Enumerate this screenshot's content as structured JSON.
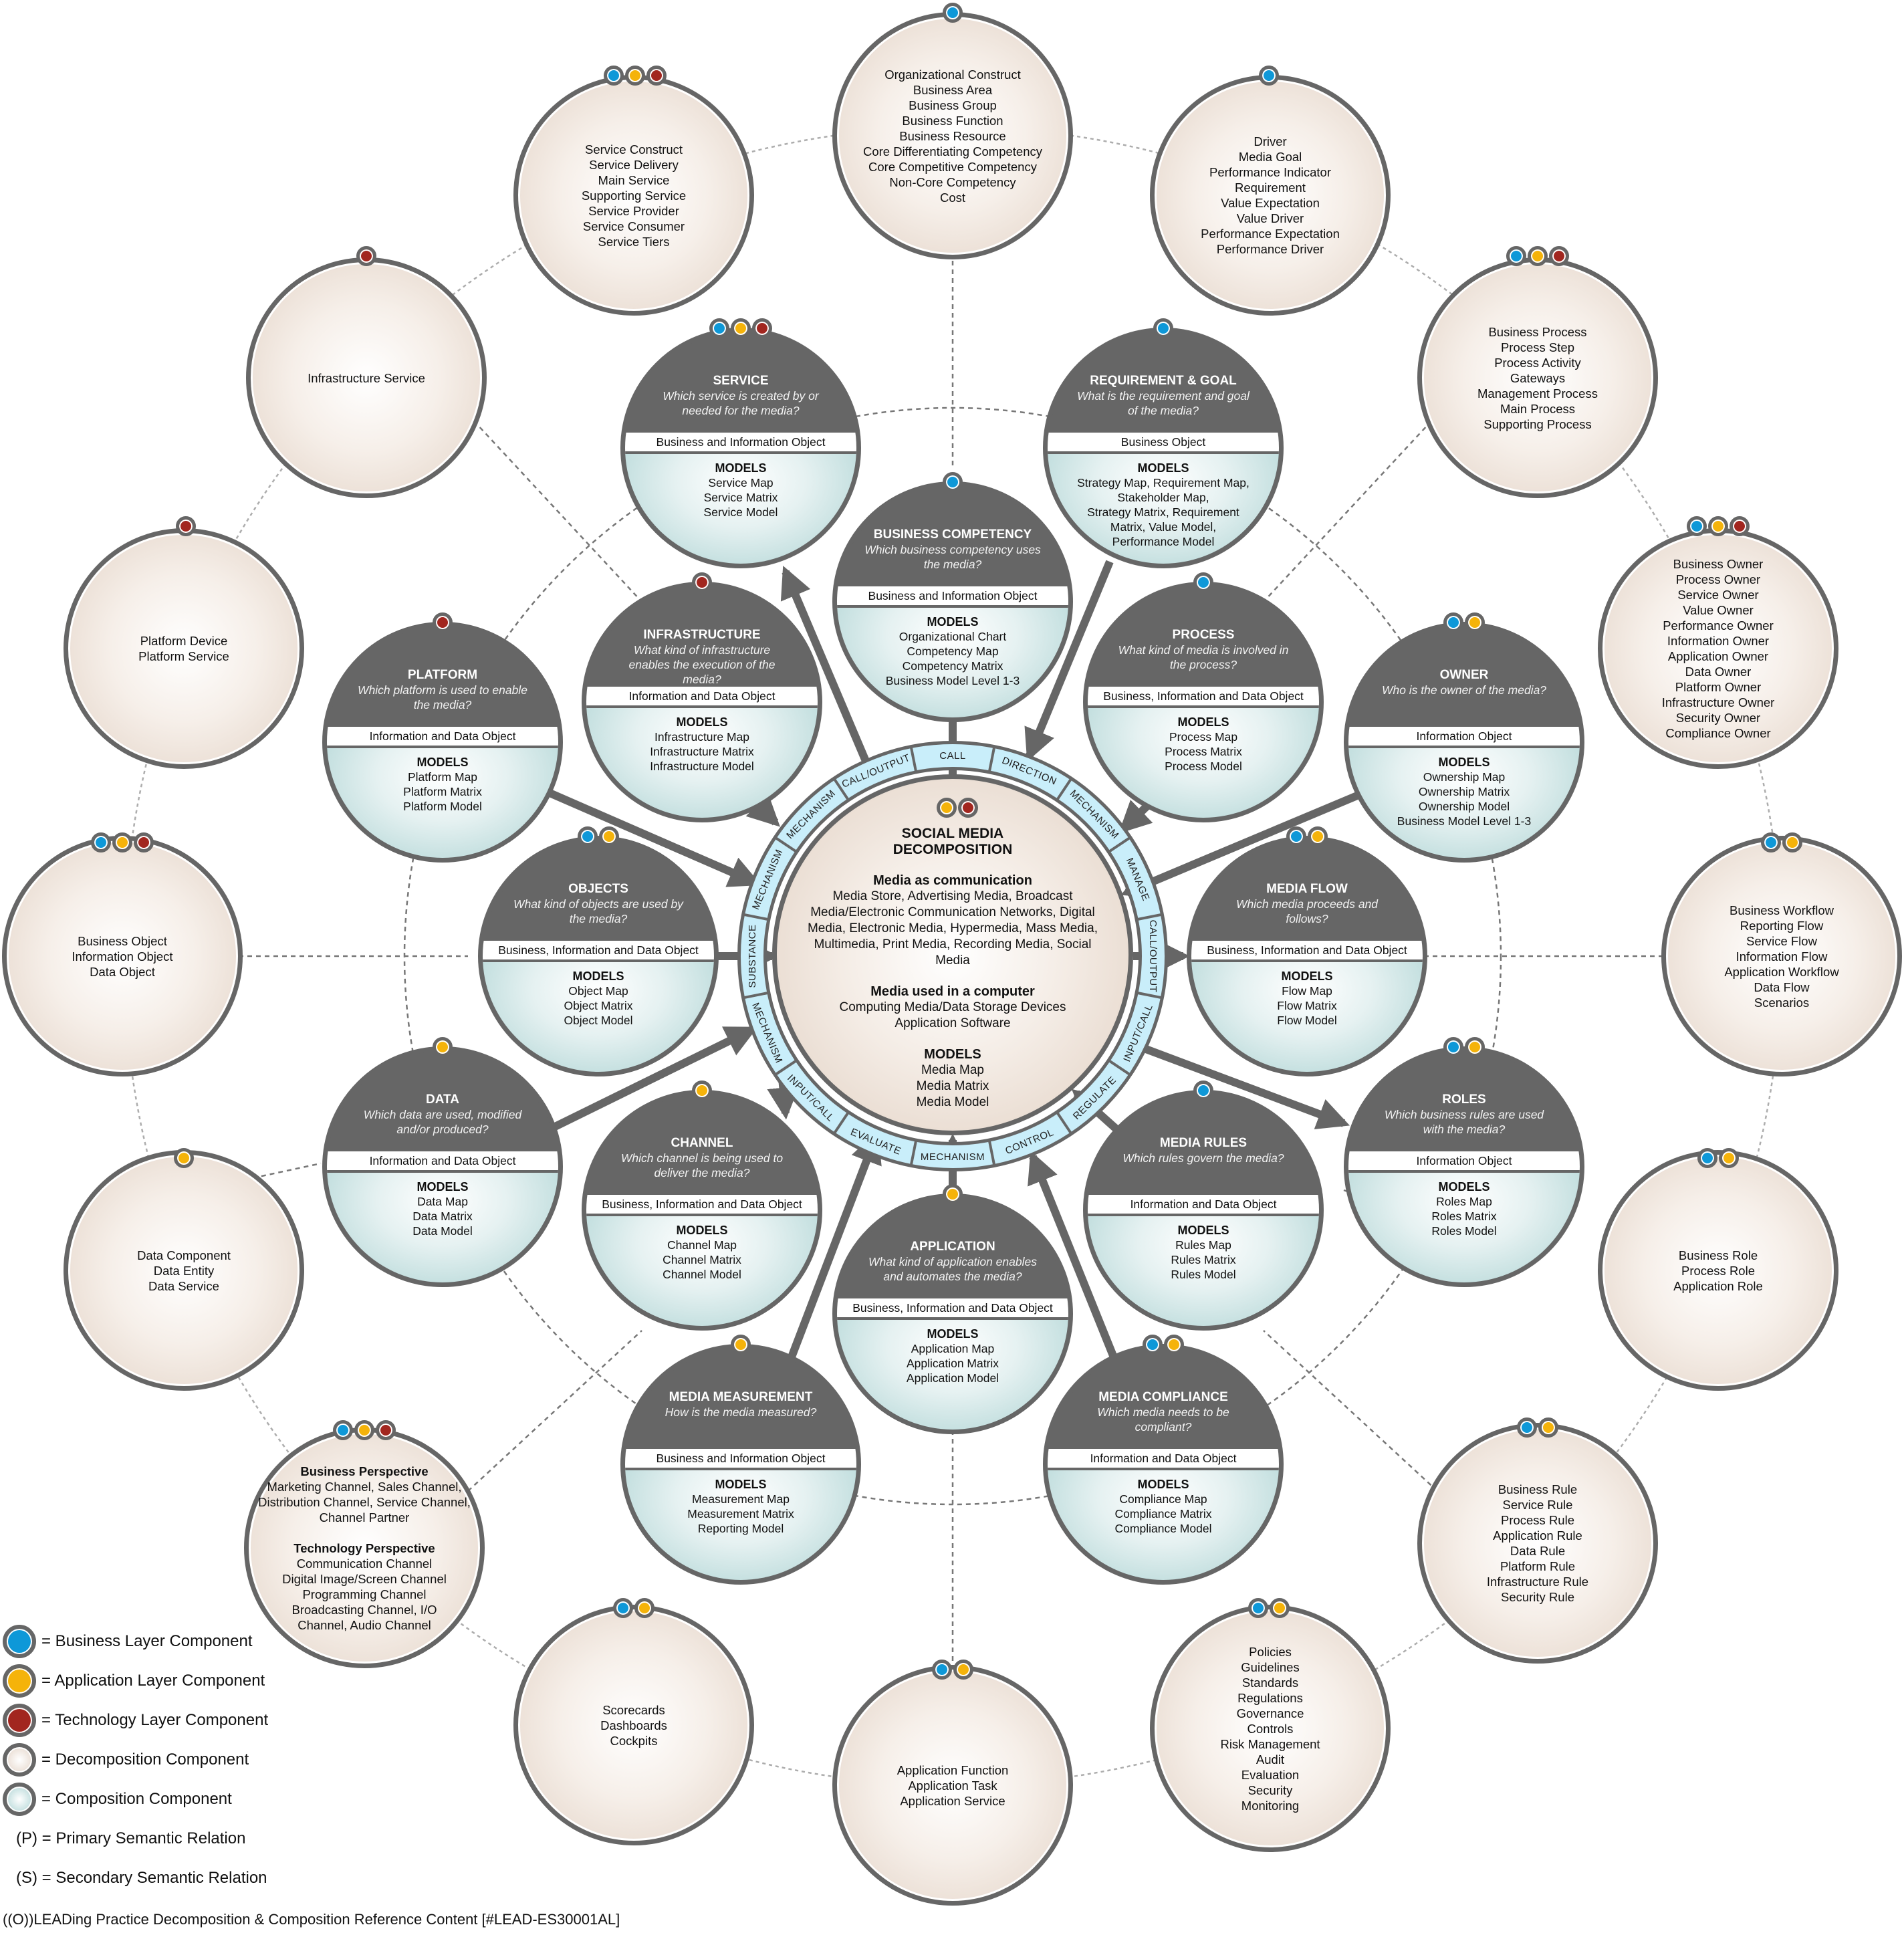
{
  "center": {
    "title": "SOCIAL MEDIA DECOMPOSITION",
    "layers": [
      "application",
      "technology"
    ],
    "sections": [
      {
        "heading": "Media as communication",
        "text": "Media Store, Advertising Media, Broadcast Media/Electronic Communication Networks, Digital Media, Electronic Media, Hypermedia, Mass Media, Multimedia, Print Media, Recording Media, Social Media"
      },
      {
        "heading": "Media used in a computer",
        "text": "Computing Media/Data Storage Devices Application Software"
      },
      {
        "heading": "MODELS",
        "text": "Media Map\nMedia Matrix\nMedia Model"
      }
    ]
  },
  "ring_labels": [
    "CALL",
    "DIRECTION",
    "MECHANISM",
    "MANAGE",
    "CALL/OUTPUT",
    "INPUT/CALL",
    "REGULATE",
    "CONTROL",
    "MECHANISM",
    "EVALUATE",
    "INPUT/CALL",
    "MECHANISM",
    "SUBSTANCE",
    "MECHANISM",
    "MECHANISM",
    "CALL/OUTPUT"
  ],
  "composition": [
    {
      "id": "business-competency",
      "title": "BUSINESS COMPETENCY",
      "question": "Which business competency uses the media?",
      "object": "Business and Information Object",
      "models_label": "MODELS",
      "models": [
        "Organizational Chart",
        "Competency Map",
        "Competency Matrix",
        "Business Model Level 1-3"
      ],
      "layers": [
        "business"
      ]
    },
    {
      "id": "requirement-goal",
      "title": "REQUIREMENT & GOAL",
      "question": "What is the requirement and goal of the media?",
      "object": "Business Object",
      "models_label": "MODELS",
      "models": [
        "Strategy Map, Requirement Map,",
        "Stakeholder Map,",
        "Strategy Matrix, Requirement",
        "Matrix, Value Model,",
        "Performance Model"
      ],
      "layers": [
        "business"
      ]
    },
    {
      "id": "process",
      "title": "PROCESS",
      "question": "What kind of media is involved in the process?",
      "object": "Business, Information and Data Object",
      "models_label": "MODELS",
      "models": [
        "Process Map",
        "Process Matrix",
        "Process Model"
      ],
      "layers": [
        "business"
      ]
    },
    {
      "id": "owner",
      "title": "OWNER",
      "question": "Who is the owner of the media?",
      "object": "Information Object",
      "models_label": "MODELS",
      "models": [
        "Ownership Map",
        "Ownership Matrix",
        "Ownership Model",
        "Business Model Level 1-3"
      ],
      "layers": [
        "business",
        "application"
      ]
    },
    {
      "id": "media-flow",
      "title": "MEDIA FLOW",
      "question": "Which media proceeds and follows?",
      "object": "Business, Information and Data Object",
      "models_label": "MODELS",
      "models": [
        "Flow Map",
        "Flow Matrix",
        "Flow Model"
      ],
      "layers": [
        "business",
        "application"
      ]
    },
    {
      "id": "roles",
      "title": "ROLES",
      "question": "Which business rules are used with the media?",
      "object": "Information Object",
      "models_label": "MODELS",
      "models": [
        "Roles Map",
        "Roles Matrix",
        "Roles Model"
      ],
      "layers": [
        "business",
        "application"
      ]
    },
    {
      "id": "media-rules",
      "title": "MEDIA RULES",
      "question": "Which rules govern the media?",
      "object": "Information and Data Object",
      "models_label": "MODELS",
      "models": [
        "Rules Map",
        "Rules Matrix",
        "Rules Model"
      ],
      "layers": [
        "business"
      ]
    },
    {
      "id": "media-compliance",
      "title": "MEDIA COMPLIANCE",
      "question": "Which media needs to be compliant?",
      "object": "Information and Data Object",
      "models_label": "MODELS",
      "models": [
        "Compliance Map",
        "Compliance Matrix",
        "Compliance Model"
      ],
      "layers": [
        "business",
        "application"
      ]
    },
    {
      "id": "application",
      "title": "APPLICATION",
      "question": "What kind of application enables and automates the media?",
      "object": "Business, Information and Data Object",
      "models_label": "MODELS",
      "models": [
        "Application Map",
        "Application Matrix",
        "Application Model"
      ],
      "layers": [
        "application"
      ]
    },
    {
      "id": "media-measurement",
      "title": "MEDIA MEASUREMENT",
      "question": "How is the media measured?",
      "object": "Business and Information Object",
      "models_label": "MODELS",
      "models": [
        "Measurement Map",
        "Measurement Matrix",
        "Reporting Model"
      ],
      "layers": [
        "application"
      ]
    },
    {
      "id": "channel",
      "title": "CHANNEL",
      "question": "Which channel is being used to deliver the media?",
      "object": "Business, Information and Data Object",
      "models_label": "MODELS",
      "models": [
        "Channel Map",
        "Channel Matrix",
        "Channel Model"
      ],
      "layers": [
        "application"
      ]
    },
    {
      "id": "data",
      "title": "DATA",
      "question": "Which data are used, modified and/or produced?",
      "object": "Information and Data Object",
      "models_label": "MODELS",
      "models": [
        "Data Map",
        "Data Matrix",
        "Data Model"
      ],
      "layers": [
        "application"
      ]
    },
    {
      "id": "objects",
      "title": "OBJECTS",
      "question": "What kind of objects are used by the media?",
      "object": "Business, Information and Data Object",
      "models_label": "MODELS",
      "models": [
        "Object Map",
        "Object Matrix",
        "Object Model"
      ],
      "layers": [
        "business",
        "application"
      ]
    },
    {
      "id": "platform",
      "title": "PLATFORM",
      "question": "Which platform is used to enable the media?",
      "object": "Information and Data Object",
      "models_label": "MODELS",
      "models": [
        "Platform Map",
        "Platform Matrix",
        "Platform Model"
      ],
      "layers": [
        "technology"
      ]
    },
    {
      "id": "infrastructure",
      "title": "INFRASTRUCTURE",
      "question": "What kind of infrastructure enables the execution of the media?",
      "object": "Information and Data Object",
      "models_label": "MODELS",
      "models": [
        "Infrastructure Map",
        "Infrastructure Matrix",
        "Infrastructure Model"
      ],
      "layers": [
        "technology"
      ]
    },
    {
      "id": "service",
      "title": "SERVICE",
      "question": "Which service is created by or needed for the media?",
      "object": "Business and Information Object",
      "models_label": "MODELS",
      "models": [
        "Service Map",
        "Service Matrix",
        "Service Model"
      ],
      "layers": [
        "business",
        "application",
        "technology"
      ]
    }
  ],
  "decomposition": [
    {
      "id": "competency-decomp",
      "items": [
        "Organizational Construct",
        "Business Area",
        "Business Group",
        "Business Function",
        "Business Resource",
        "Core Differentiating Competency",
        "Core Competitive Competency",
        "Non-Core Competency",
        "Cost"
      ],
      "layers": [
        "business"
      ]
    },
    {
      "id": "requirement-decomp",
      "items": [
        "Driver",
        "Media Goal",
        "Performance Indicator",
        "Requirement",
        "Value Expectation",
        "Value Driver",
        "Performance Expectation",
        "Performance Driver"
      ],
      "layers": [
        "business"
      ]
    },
    {
      "id": "process-decomp",
      "items": [
        "Business Process",
        "Process Step",
        "Process Activity",
        "Gateways",
        "Management Process",
        "Main Process",
        "Supporting Process"
      ],
      "layers": [
        "business",
        "application",
        "technology"
      ]
    },
    {
      "id": "owner-decomp",
      "items": [
        "Business Owner",
        "Process Owner",
        "Service Owner",
        "Value Owner",
        "Performance Owner",
        "Information Owner",
        "Application Owner",
        "Data Owner",
        "Platform Owner",
        "Infrastructure Owner",
        "Security Owner",
        "Compliance Owner"
      ],
      "layers": [
        "business",
        "application",
        "technology"
      ]
    },
    {
      "id": "flow-decomp",
      "items": [
        "Business Workflow",
        "Reporting Flow",
        "Service Flow",
        "Information Flow",
        "Application Workflow",
        "Data Flow",
        "Scenarios"
      ],
      "layers": [
        "business",
        "application"
      ]
    },
    {
      "id": "roles-decomp",
      "items": [
        "Business Role",
        "Process Role",
        "Application Role"
      ],
      "layers": [
        "business",
        "application"
      ]
    },
    {
      "id": "rules-decomp",
      "items": [
        "Business Rule",
        "Service Rule",
        "Process Rule",
        "Application Rule",
        "Data Rule",
        "Platform Rule",
        "Infrastructure Rule",
        "Security Rule"
      ],
      "layers": [
        "business",
        "application"
      ]
    },
    {
      "id": "compliance-decomp",
      "items": [
        "Policies",
        "Guidelines",
        "Standards",
        "Regulations",
        "Governance",
        "Controls",
        "Risk Management",
        "Audit",
        "Evaluation",
        "Security",
        "Monitoring"
      ],
      "layers": [
        "business",
        "application"
      ]
    },
    {
      "id": "application-decomp",
      "items": [
        "Application Function",
        "Application Task",
        "Application Service"
      ],
      "layers": [
        "business",
        "application"
      ]
    },
    {
      "id": "measurement-decomp",
      "items": [
        "Scorecards",
        "Dashboards",
        "Cockpits"
      ],
      "layers": [
        "business",
        "application"
      ]
    },
    {
      "id": "channel-decomp",
      "perspectives": [
        {
          "heading": "Business Perspective",
          "items": [
            "Marketing Channel, Sales Channel,",
            "Distribution Channel, Service Channel,",
            "Channel Partner"
          ]
        },
        {
          "heading": "Technology Perspective",
          "items": [
            "Communication Channel",
            "Digital Image/Screen Channel",
            "Programming Channel",
            "Broadcasting Channel, I/O",
            "Channel, Audio Channel"
          ]
        }
      ],
      "layers": [
        "business",
        "application",
        "technology"
      ]
    },
    {
      "id": "data-decomp",
      "items": [
        "Data Component",
        "Data Entity",
        "Data Service"
      ],
      "layers": [
        "application"
      ]
    },
    {
      "id": "objects-decomp",
      "items": [
        "Business Object",
        "Information Object",
        "Data Object"
      ],
      "layers": [
        "business",
        "application",
        "technology"
      ]
    },
    {
      "id": "platform-decomp",
      "items": [
        "Platform Device",
        "Platform Service"
      ],
      "layers": [
        "technology"
      ]
    },
    {
      "id": "infrastructure-decomp",
      "items": [
        "Infrastructure Service"
      ],
      "layers": [
        "technology"
      ]
    },
    {
      "id": "service-decomp",
      "items": [
        "Service Construct",
        "Service Delivery",
        "Main Service",
        "Supporting Service",
        "Service Provider",
        "Service Consumer",
        "Service Tiers"
      ],
      "layers": [
        "business",
        "application",
        "technology"
      ]
    }
  ],
  "legend": {
    "items": [
      {
        "swatch": "business",
        "label": "= Business Layer Component"
      },
      {
        "swatch": "application",
        "label": "= Application Layer Component"
      },
      {
        "swatch": "technology",
        "label": "= Technology Layer Component"
      },
      {
        "swatch": "decomposition",
        "label": "= Decomposition Component"
      },
      {
        "swatch": "composition",
        "label": "= Composition Component"
      }
    ],
    "relations": [
      "(P) = Primary Semantic Relation",
      "(S) = Secondary Semantic Relation"
    ]
  },
  "footer": "((O))LEADing Practice Decomposition & Composition Reference Content [#LEAD-ES30001AL]",
  "colors": {
    "business": "#0e98d8",
    "application": "#f5b30a",
    "technology": "#a2261f",
    "dark": "#666666",
    "ring": "#c9eefa"
  }
}
